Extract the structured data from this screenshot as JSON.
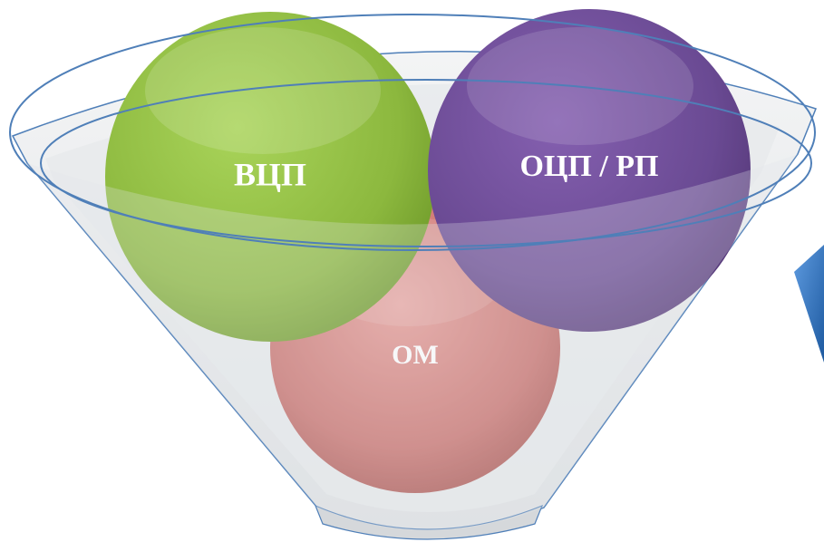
{
  "diagram": {
    "circles": [
      {
        "id": "green",
        "label": "ВЦП",
        "color": "#8CB83E"
      },
      {
        "id": "purple",
        "label": "ОЦП / РП",
        "color": "#6A4A93"
      },
      {
        "id": "red",
        "label": "ОМ",
        "color": "#C9706C"
      }
    ],
    "colors": {
      "funnel_outline": "#4F7FB8",
      "funnel_fill": "#E6E8EA",
      "arrow": "#2F6FB8"
    }
  }
}
